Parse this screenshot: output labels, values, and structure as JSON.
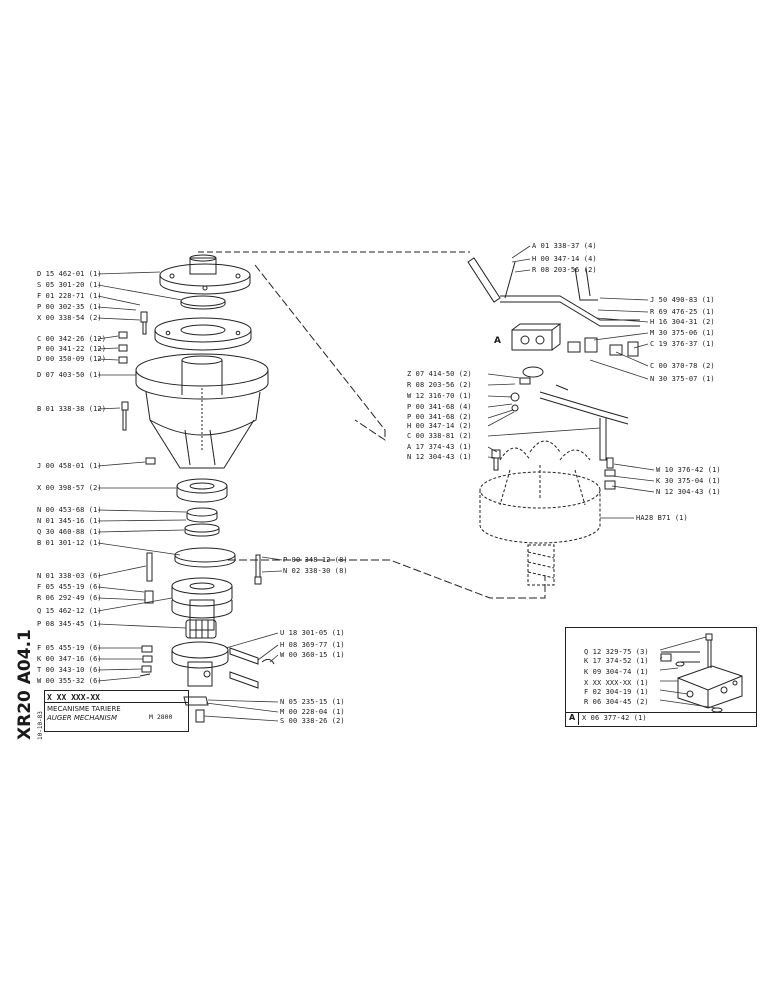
{
  "sheet": {
    "code": "XR20 A04.1",
    "date": "10-10-83"
  },
  "title_block": {
    "code": "X XX XXX-XX",
    "title_fr": "MECANISME TARIERE",
    "title_en": "AUGER MECHANISM",
    "model": "M 2800"
  },
  "left_labels": [
    "D 15 462-01 (1)",
    "S 05 301-20 (1)",
    "F 01 228-71 (1)",
    "P 00 302-35 (1)",
    "X 00 338-54 (2)",
    "C 00 342-26 (12)",
    "P 00 341-22 (12)",
    "D 00 350-09 (12)",
    "D 07 403-50 (1)",
    "B 01 338-38 (12)",
    "J 00 458-01 (1)",
    "X 00 398-57 (2)",
    "N 00 453-68 (1)",
    "N 01 345-16 (1)",
    "Q 30 460-88 (1)",
    "B 01 301-12 (1)",
    "N 01 338-03 (6)",
    "F 05 455-19 (6)",
    "R 06 292-49 (6)",
    "Q 15 462-12 (1)",
    "P 08 345-45 (1)",
    "F 05 455-19 (6)",
    "K 00 347-16 (6)",
    "T 00 343-10 (6)",
    "W 00 355-32 (6)"
  ],
  "center_labels": [
    "P 00 348-12 (8)",
    "N 02 338-30 (8)",
    "U 18 301-05 (1)",
    "H 08 369-77 (1)",
    "W 00 360-15 (1)",
    "N 05 235-15 (1)",
    "M 00 228-04 (1)",
    "S 00 338-26 (2)"
  ],
  "right_top_labels": [
    "A 01 338-37 (4)",
    "H 00 347-14 (4)",
    "R 08 203-56 (2)",
    "J 50 490-83 (1)",
    "R 69 476-25 (1)",
    "H 16 304-31 (2)",
    "M 30 375-06 (1)",
    "C 19 376-37 (1)",
    "C 00 370-78 (2)",
    "N 30 375-07 (1)"
  ],
  "right_mid_labels": [
    "Z 07 414-50 (2)",
    "R 08 203-56 (2)",
    "W 12 316-70 (1)",
    "P 00 341-68 (4)",
    "P 00 341-68 (2)",
    "H 00 347-14 (2)",
    "C 00 338-81 (2)",
    "A 17 374-43 (1)",
    "N 12 304-43 (1)"
  ],
  "right_lower_labels": [
    "W 10 376-42 (1)",
    "K 30 375-04 (1)",
    "N 12 304-43 (1)",
    "HA28 B71 (1)"
  ],
  "view_marker": "A",
  "inset": {
    "labels": [
      "Q 12 329-75 (3)",
      "K 17 374-52 (1)",
      "K 09 304-74 (1)",
      "X XX XXX-XX (1)",
      "F 02 304-19 (1)",
      "R 06 304-45 (2)"
    ],
    "marker": "A",
    "footer": "X 06 377-42 (1)"
  }
}
